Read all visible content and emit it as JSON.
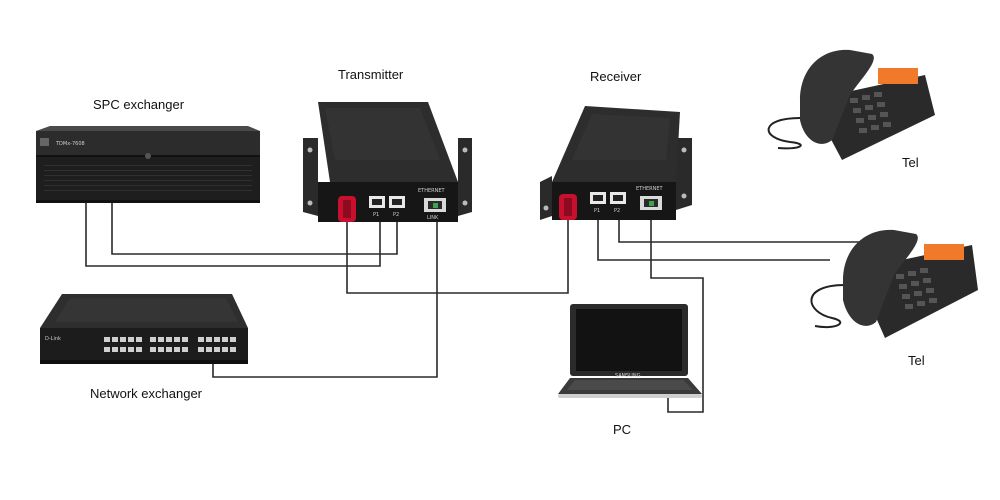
{
  "labels": {
    "spc_exchanger": "SPC exchanger",
    "transmitter": "Transmitter",
    "receiver": "Receiver",
    "tel_top": "Tel",
    "tel_bottom": "Tel",
    "network_exchanger": "Network exchanger",
    "pc": "PC"
  },
  "device_text": {
    "spc_brand": "TDMx-7608",
    "transmitter_ethernet": "ETHERNET",
    "transmitter_link": "LINK",
    "transmitter_p1": "P1",
    "transmitter_p2": "P2",
    "receiver_ethernet": "ETHERNET",
    "receiver_p1": "P1",
    "receiver_p2": "P2",
    "switch_brand": "D-Link",
    "laptop_brand": "SAMSUNG"
  },
  "colors": {
    "cable": "#2a2a2a",
    "device_body": "#1f1f1f",
    "fiber_connector": "#c8102e",
    "phone_display": "#f07a2a",
    "switch_port_glow": "#3fa34d"
  }
}
